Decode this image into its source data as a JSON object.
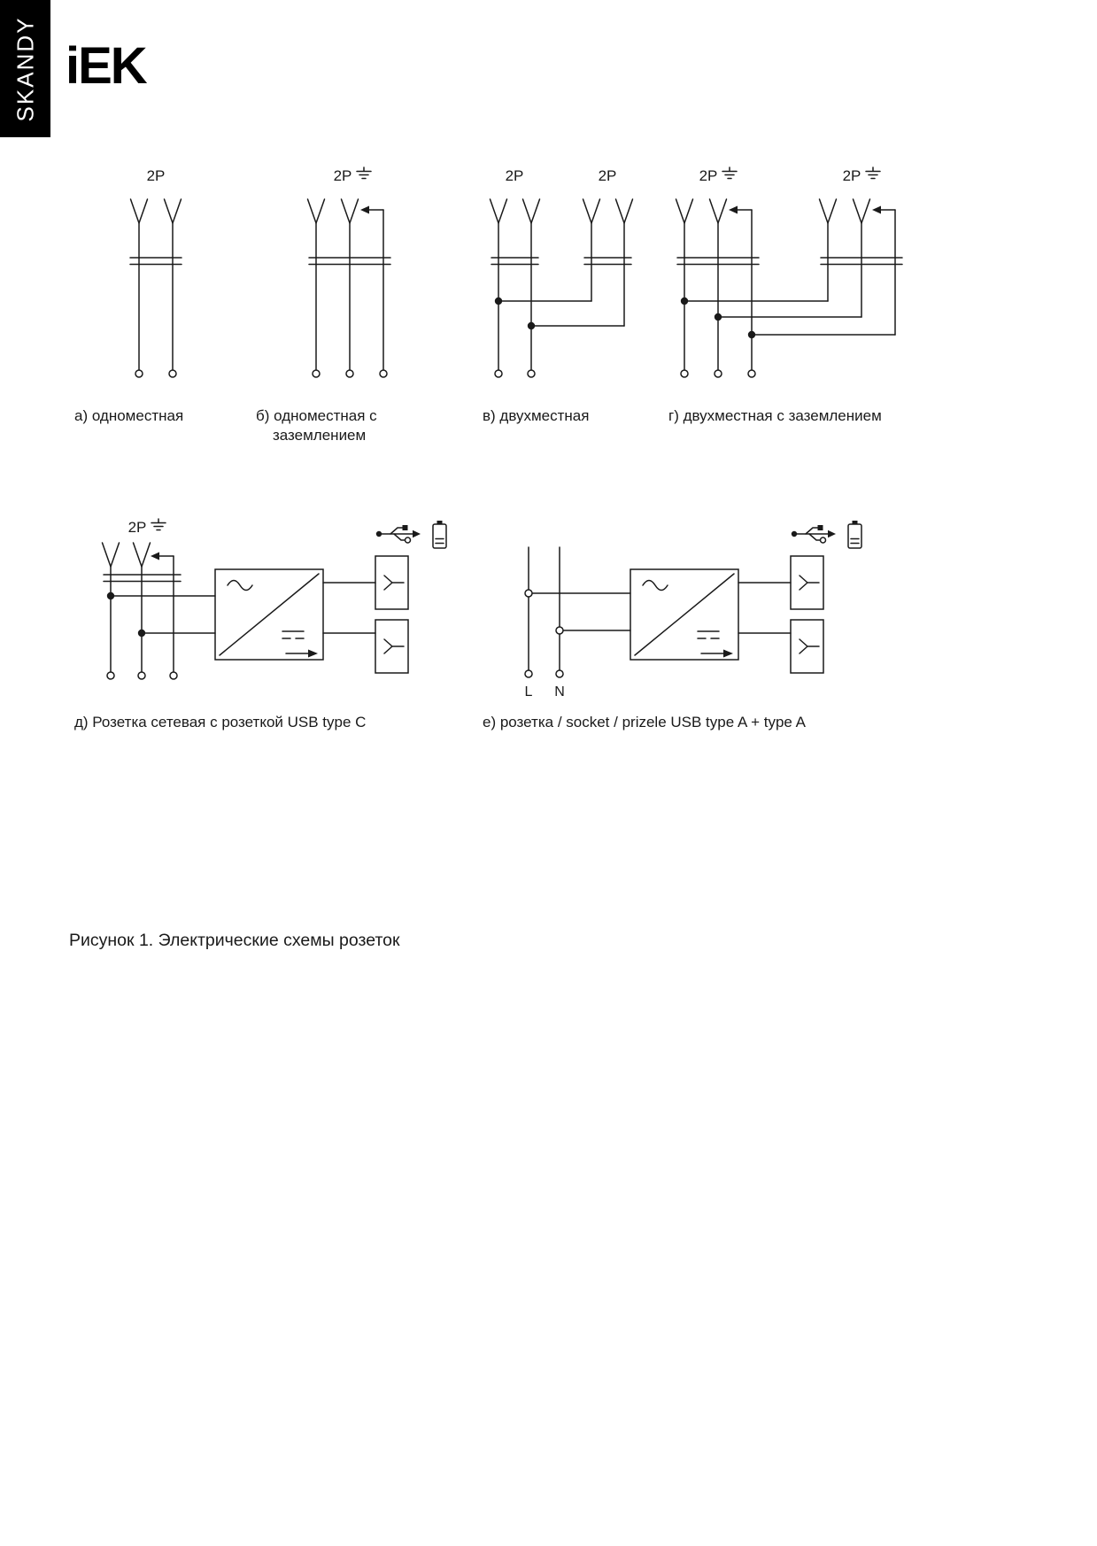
{
  "header": {
    "series": "SKANDY",
    "logo": "iEK"
  },
  "diagrams": {
    "a": {
      "label_2p": "2P",
      "caption": "а) одноместная"
    },
    "b": {
      "label_2p": "2P",
      "caption": "б) одноместная с заземлением"
    },
    "v": {
      "label_2p_left": "2P",
      "label_2p_right": "2P",
      "caption": "в) двухместная"
    },
    "g": {
      "label_2p_left": "2P",
      "label_2p_right": "2P",
      "caption": "г) двухместная с заземлением"
    },
    "d": {
      "label_2p": "2P",
      "caption": "д) Розетка сетевая с розеткой USB type C"
    },
    "e": {
      "line_l": "L",
      "line_n": "N",
      "caption": "е) розетка / socket / prizele USB type A + type A"
    }
  },
  "figure_caption": "Рисунок 1. Электрические схемы розеток",
  "colors": {
    "ink": "#1a1a1a",
    "paper": "#ffffff",
    "banner": "#000000"
  }
}
